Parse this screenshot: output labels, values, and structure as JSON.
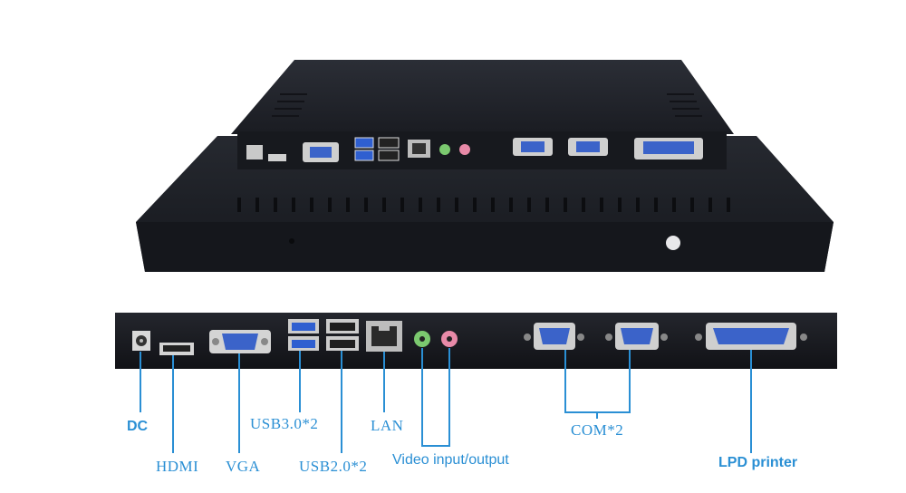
{
  "labels": {
    "dc": "DC",
    "hdmi": "HDMI",
    "vga": "VGA",
    "usb3": "USB3.0*2",
    "usb2": "USB2.0*2",
    "lan": "LAN",
    "video": "Video input/output",
    "com": "COM*2",
    "lpd": "LPD printer"
  },
  "colors": {
    "label": "#2a8fd4",
    "chassis": "#1c1e24",
    "vga_port": "#3b63c9",
    "usb3_port": "#2f5fd0",
    "audio_in": "#7bc96f",
    "audio_out": "#e88aa8"
  }
}
